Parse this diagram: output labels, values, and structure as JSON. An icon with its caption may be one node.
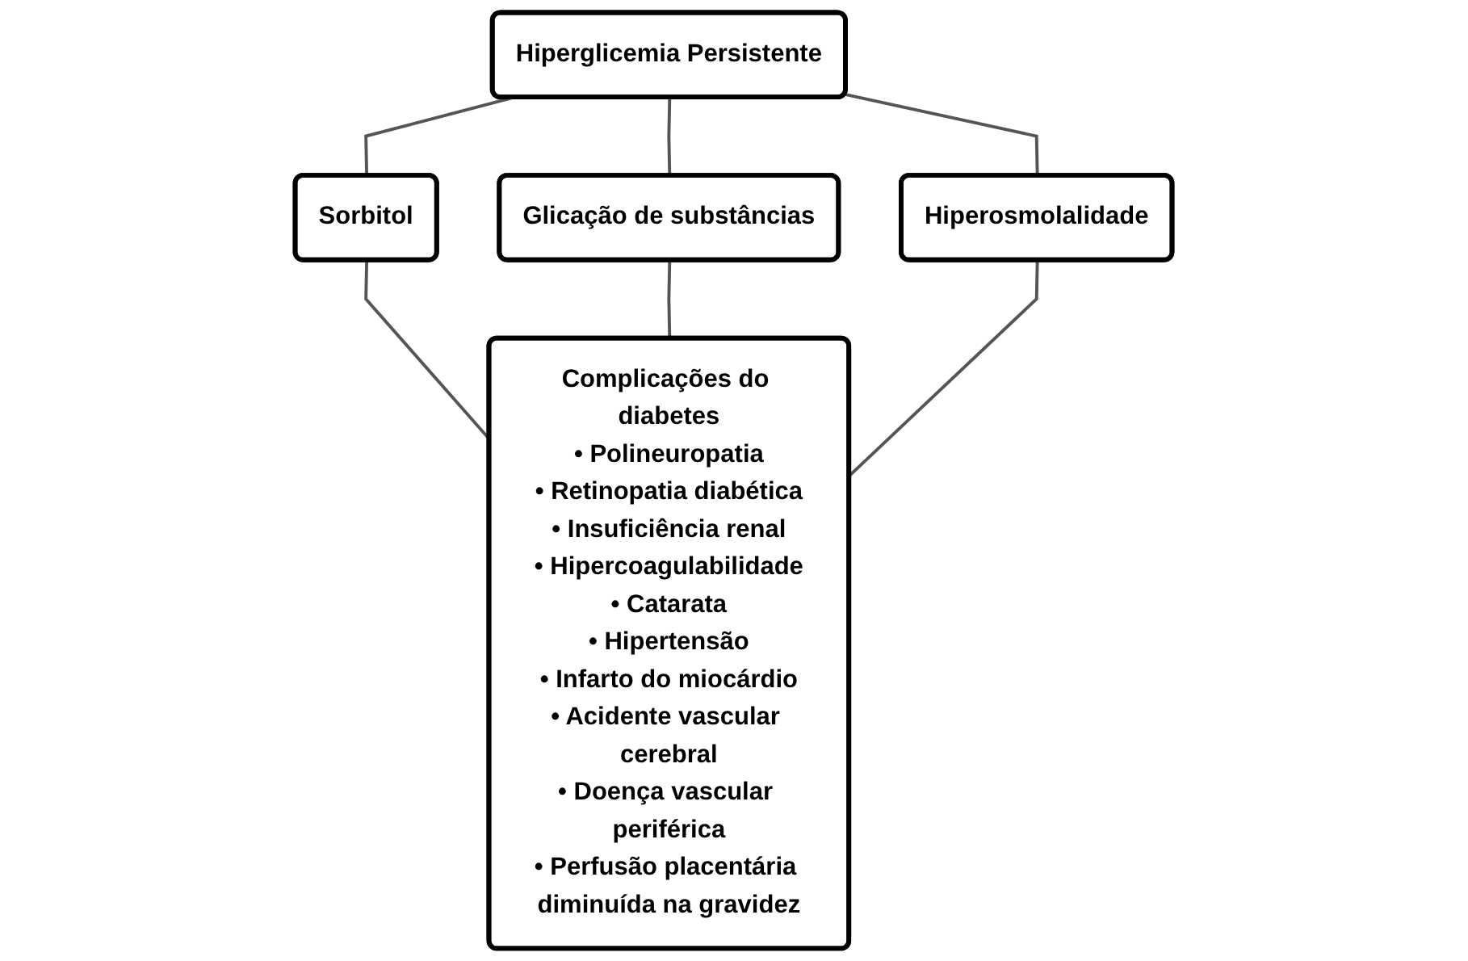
{
  "diagram": {
    "nodes": [
      {
        "text": [
          "Hiperglicemia Persistente"
        ]
      },
      {
        "text": [
          "Sorbitol"
        ]
      },
      {
        "text": [
          "Glicação de substâncias"
        ]
      },
      {
        "text": [
          "Hiperosmolalidade"
        ]
      },
      {
        "text": [
          "Complicações do diabetes",
          "• Polineuropatia",
          "• Retinopatia diabética",
          "• Insuficiência renal",
          "• Hipercoagulabilidade",
          "• Catarata",
          "• Hipertensão",
          "• Infarto do miocárdio",
          "• Acidente vascular cerebral",
          "• Doença vascular periférica",
          "• Perfusão placentária diminuída na gravidez"
        ]
      }
    ],
    "edges": [
      {
        "from": 0,
        "to": 1,
        "arrow": "none"
      },
      {
        "from": 0,
        "to": 2,
        "arrow": "none"
      },
      {
        "from": 0,
        "to": 3,
        "arrow": "none"
      },
      {
        "from": 1,
        "to": 4,
        "arrow": "none"
      },
      {
        "from": 2,
        "to": 4,
        "arrow": "none"
      },
      {
        "from": 3,
        "to": 4,
        "arrow": "none"
      }
    ]
  }
}
